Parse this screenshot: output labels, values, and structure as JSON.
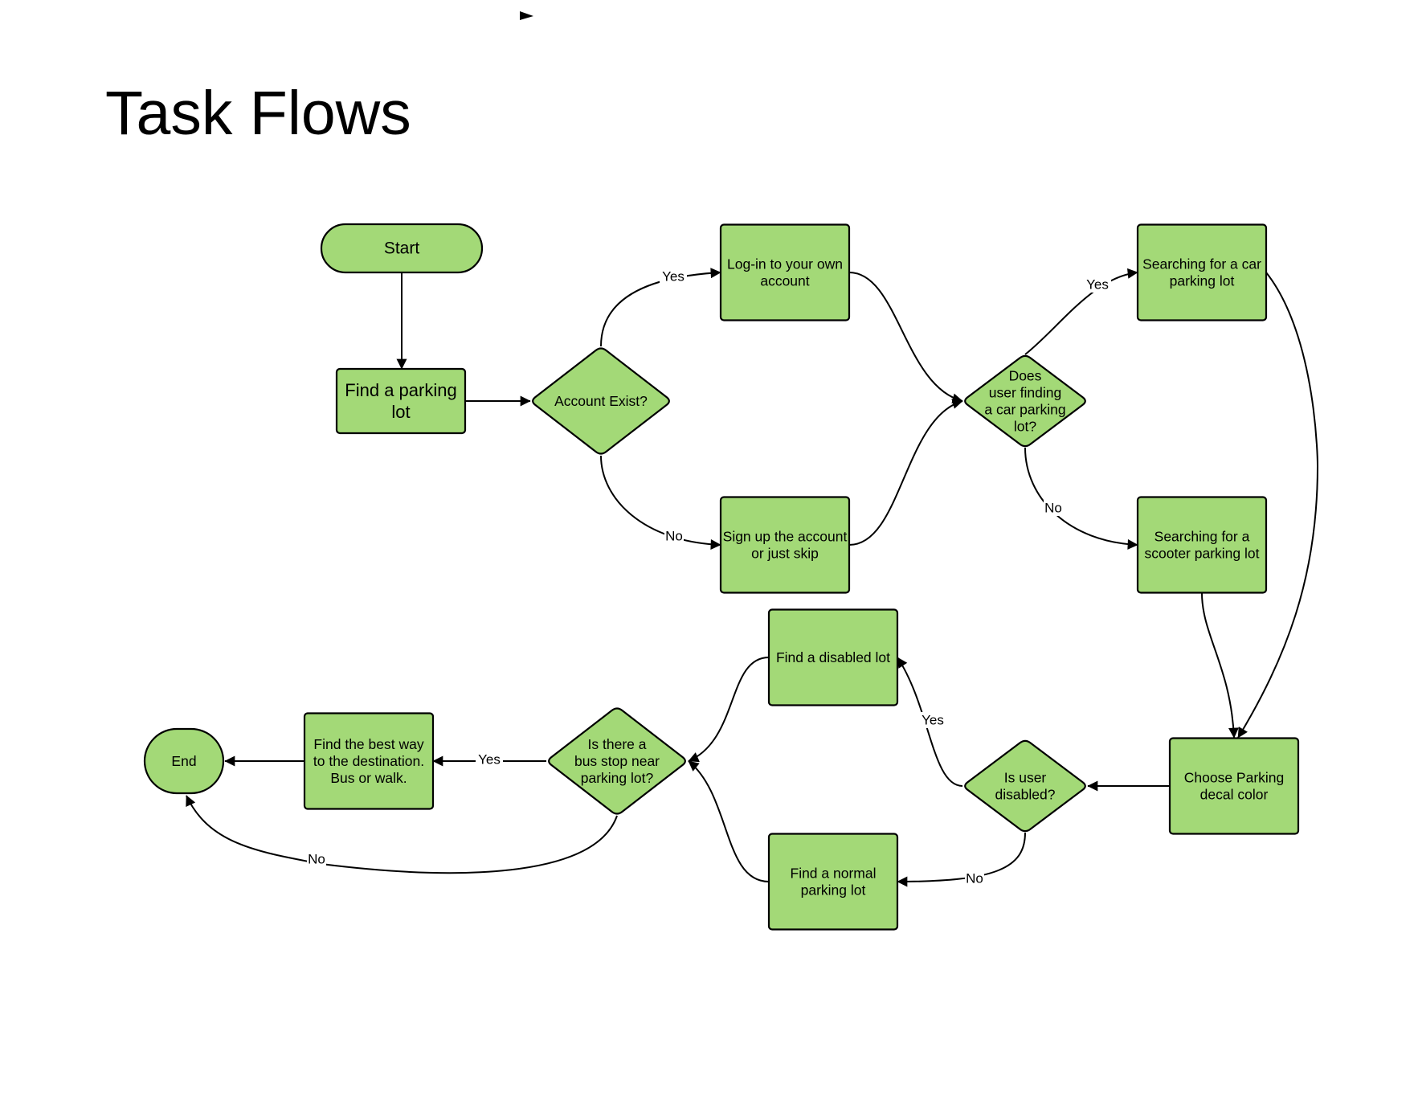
{
  "title": "Task Flows",
  "colors": {
    "node_fill": "#a3d977",
    "node_stroke": "#000000",
    "edge": "#000000",
    "background": "#ffffff"
  },
  "nodes": {
    "start": {
      "shape": "terminal",
      "lines": [
        "Start"
      ]
    },
    "find_parking": {
      "shape": "process",
      "lines": [
        "Find a parking",
        "lot"
      ]
    },
    "account_exist": {
      "shape": "decision",
      "lines": [
        "Account Exist?"
      ]
    },
    "login": {
      "shape": "process",
      "lines": [
        "Log-in to your own",
        "account"
      ]
    },
    "signup": {
      "shape": "process",
      "lines": [
        "Sign up the account",
        "or just skip"
      ]
    },
    "car_decision": {
      "shape": "decision",
      "lines": [
        "Does",
        "user finding",
        "a car parking",
        "lot?"
      ]
    },
    "search_car": {
      "shape": "process",
      "lines": [
        "Searching for a car",
        "parking lot"
      ]
    },
    "search_scooter": {
      "shape": "process",
      "lines": [
        "Searching for a",
        "scooter parking lot"
      ]
    },
    "choose_decal": {
      "shape": "process",
      "lines": [
        "Choose Parking",
        "decal color"
      ]
    },
    "disabled_decision": {
      "shape": "decision",
      "lines": [
        "Is user",
        "disabled?"
      ]
    },
    "disabled_lot": {
      "shape": "process",
      "lines": [
        "Find a disabled lot"
      ]
    },
    "normal_lot": {
      "shape": "process",
      "lines": [
        "Find a normal",
        "parking lot"
      ]
    },
    "bus_decision": {
      "shape": "decision",
      "lines": [
        "Is there a",
        "bus stop near",
        "parking lot?"
      ]
    },
    "best_way": {
      "shape": "process",
      "lines": [
        "Find the best way",
        "to the destination.",
        "Bus or walk."
      ]
    },
    "end": {
      "shape": "terminal",
      "lines": [
        "End"
      ]
    }
  },
  "edges": [
    {
      "from": "start",
      "to": "find_parking",
      "label": ""
    },
    {
      "from": "find_parking",
      "to": "account_exist",
      "label": ""
    },
    {
      "from": "account_exist",
      "to": "login",
      "label": "Yes"
    },
    {
      "from": "account_exist",
      "to": "signup",
      "label": "No"
    },
    {
      "from": "login",
      "to": "car_decision",
      "label": ""
    },
    {
      "from": "signup",
      "to": "car_decision",
      "label": ""
    },
    {
      "from": "car_decision",
      "to": "search_car",
      "label": "Yes"
    },
    {
      "from": "car_decision",
      "to": "search_scooter",
      "label": "No"
    },
    {
      "from": "search_car",
      "to": "choose_decal",
      "label": ""
    },
    {
      "from": "search_scooter",
      "to": "choose_decal",
      "label": ""
    },
    {
      "from": "choose_decal",
      "to": "disabled_decision",
      "label": ""
    },
    {
      "from": "disabled_decision",
      "to": "disabled_lot",
      "label": "Yes"
    },
    {
      "from": "disabled_decision",
      "to": "normal_lot",
      "label": "No"
    },
    {
      "from": "disabled_lot",
      "to": "bus_decision",
      "label": ""
    },
    {
      "from": "normal_lot",
      "to": "bus_decision",
      "label": ""
    },
    {
      "from": "bus_decision",
      "to": "best_way",
      "label": "Yes"
    },
    {
      "from": "bus_decision",
      "to": "end",
      "label": "No"
    },
    {
      "from": "best_way",
      "to": "end",
      "label": ""
    }
  ]
}
